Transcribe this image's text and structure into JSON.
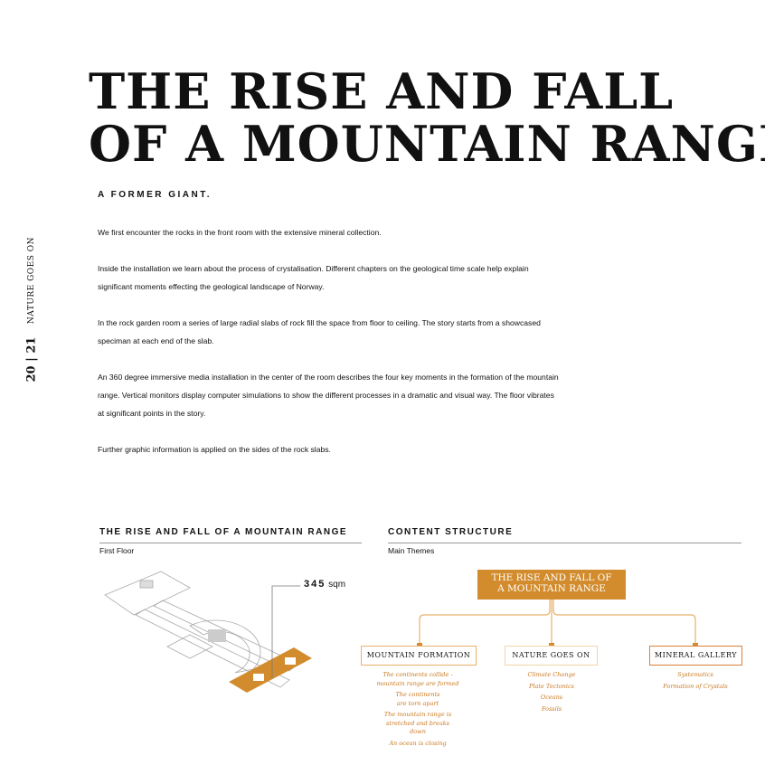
{
  "side": {
    "label": "NATURE GOES ON",
    "pages": "20 | 21"
  },
  "title": [
    "THE RISE AND FALL",
    "OF A MOUNTAIN RANGE"
  ],
  "subtitle": "A FORMER GIANT.",
  "paragraphs": [
    "We first encounter the rocks in the front room with the extensive mineral collection.",
    "Inside the installation we learn about the process of crystalisation. Different chapters on the geological time scale help explain significant moments effecting the geological landscape of  Norway.",
    "In the rock garden room a series of large radial slabs of rock fill the space from floor to ceiling. The story starts from a showcased speciman at each end of the slab.",
    "An 360 degree immersive media installation in the center of the room describes the four key moments in the formation of the mountain range. Vertical monitors display computer simulations to show the different processes in a dramatic and visual way. The floor vibrates at significant points in the story.",
    "Further graphic information is applied on the sides of the rock slabs."
  ],
  "floorplan": {
    "heading": "THE RISE AND FALL OF A MOUNTAIN RANGE",
    "sub": "First Floor",
    "area_value": "345",
    "area_unit": "sqm",
    "highlight_color": "#d28c2e"
  },
  "structure": {
    "heading": "CONTENT STRUCTURE",
    "sub": "Main Themes",
    "root": [
      "THE RISE AND FALL OF",
      "A MOUNTAIN RANGE"
    ],
    "nodes": [
      {
        "label": "MOUNTAIN FORMATION",
        "items": [
          "The continents collide - mountain range are formed",
          "The continents are torn apart",
          "The mountain range is stretched  and breaks down",
          "An ocean is closing"
        ]
      },
      {
        "label": "NATURE GOES ON",
        "items": [
          "Climate Change",
          "Plate Tectonics",
          "Oceans",
          "Fossils"
        ]
      },
      {
        "label": "MINERAL GALLERY",
        "items": [
          "Systematics",
          "Formation of Crystals"
        ]
      }
    ]
  }
}
